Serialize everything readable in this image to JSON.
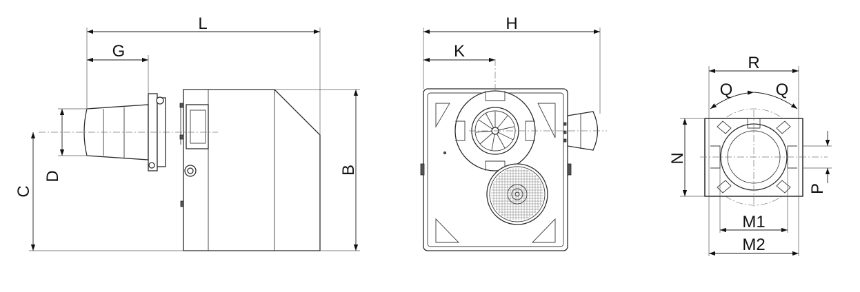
{
  "dimensions": {
    "L": "L",
    "G": "G",
    "D": "D",
    "C": "C",
    "B": "B",
    "H": "H",
    "K": "K",
    "R": "R",
    "Q1": "Q",
    "Q2": "Q",
    "N": "N",
    "P": "P",
    "M1": "M1",
    "M2": "M2"
  }
}
